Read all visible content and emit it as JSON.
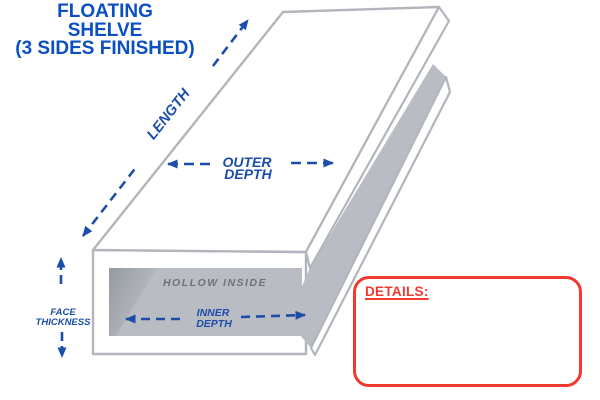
{
  "title": {
    "line1": "FLOATING",
    "line2": "SHELVE",
    "line3": "(3 SIDES FINISHED)"
  },
  "labels": {
    "length": "LENGTH",
    "outer_depth_line1": "OUTER",
    "outer_depth_line2": "DEPTH",
    "hollow_inside": "HOLLOW INSIDE",
    "inner_depth_line1": "INNER",
    "inner_depth_line2": "DEPTH",
    "face_thickness_line1": "FACE",
    "face_thickness_line2": "THICKNESS"
  },
  "details_box": {
    "heading": "DETAILS:"
  },
  "colors": {
    "accent_blue": "#1c4daa",
    "title_blue": "#0b4fc3",
    "outline_gray": "#b2b5bc",
    "fill_gray": "#b9bcc3",
    "shade_gray": "#959aa2",
    "text_gray": "#6e7177",
    "detail_red": "#f2392e",
    "surface_white": "#ffffff"
  }
}
